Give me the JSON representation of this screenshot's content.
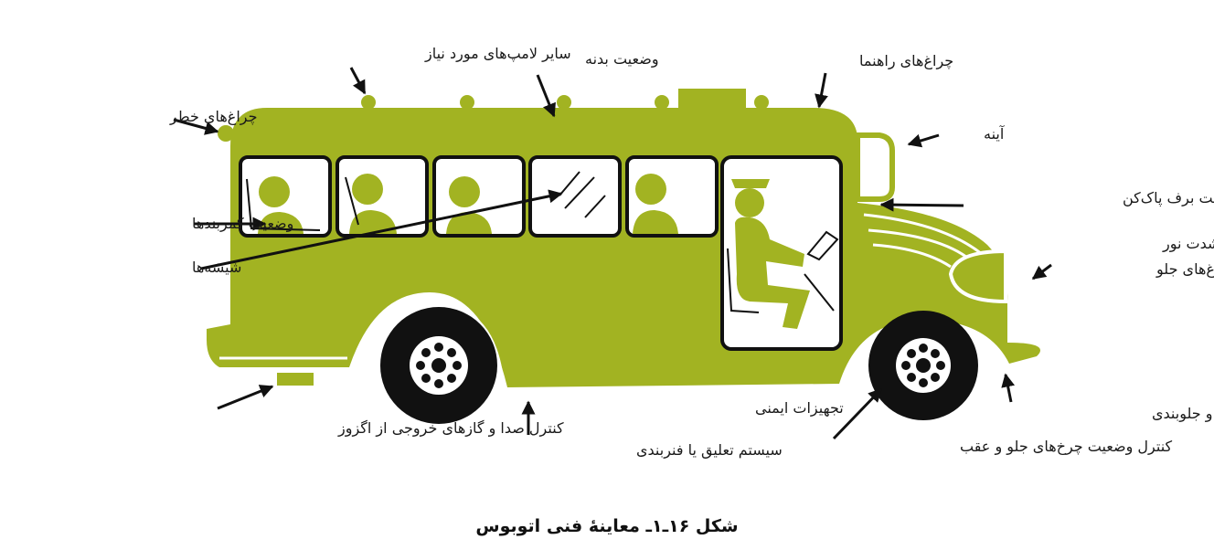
{
  "labels": {
    "hazard_lights": "چراغ‌های خطر",
    "other_lamps": "سایر لامپ‌های مورد نیاز",
    "body_condition": "وضعیت بدنه",
    "turn_signals": "چراغ‌های راهنما",
    "mirror": "آینه",
    "wiper_condition": "وضعیت برف پاک‌کن",
    "headlight_control_1": "کنترل شدت نور",
    "headlight_control_2": "چراغ‌های جلو",
    "seatbelt_condition": "وضعیت کمربندها",
    "glass": "شیشه‌ها",
    "exhaust_control": "کنترل صدا و گازهای خروجی از اگزوز",
    "suspension": "سیستم تعلیق یا فنربندی",
    "safety_equipment": "تجهیزات ایمنی",
    "wheel_condition": "کنترل وضعیت چرخ‌های جلو و عقب",
    "steering_play": "لقی فرمان و جلوبندی"
  },
  "caption": "شکل ۱۶ـ۱ـ معاینهٔ فنی اتوبوس",
  "colors": {
    "bus_body": "#a2b322",
    "outline": "#111111",
    "background": "#ffffff"
  }
}
